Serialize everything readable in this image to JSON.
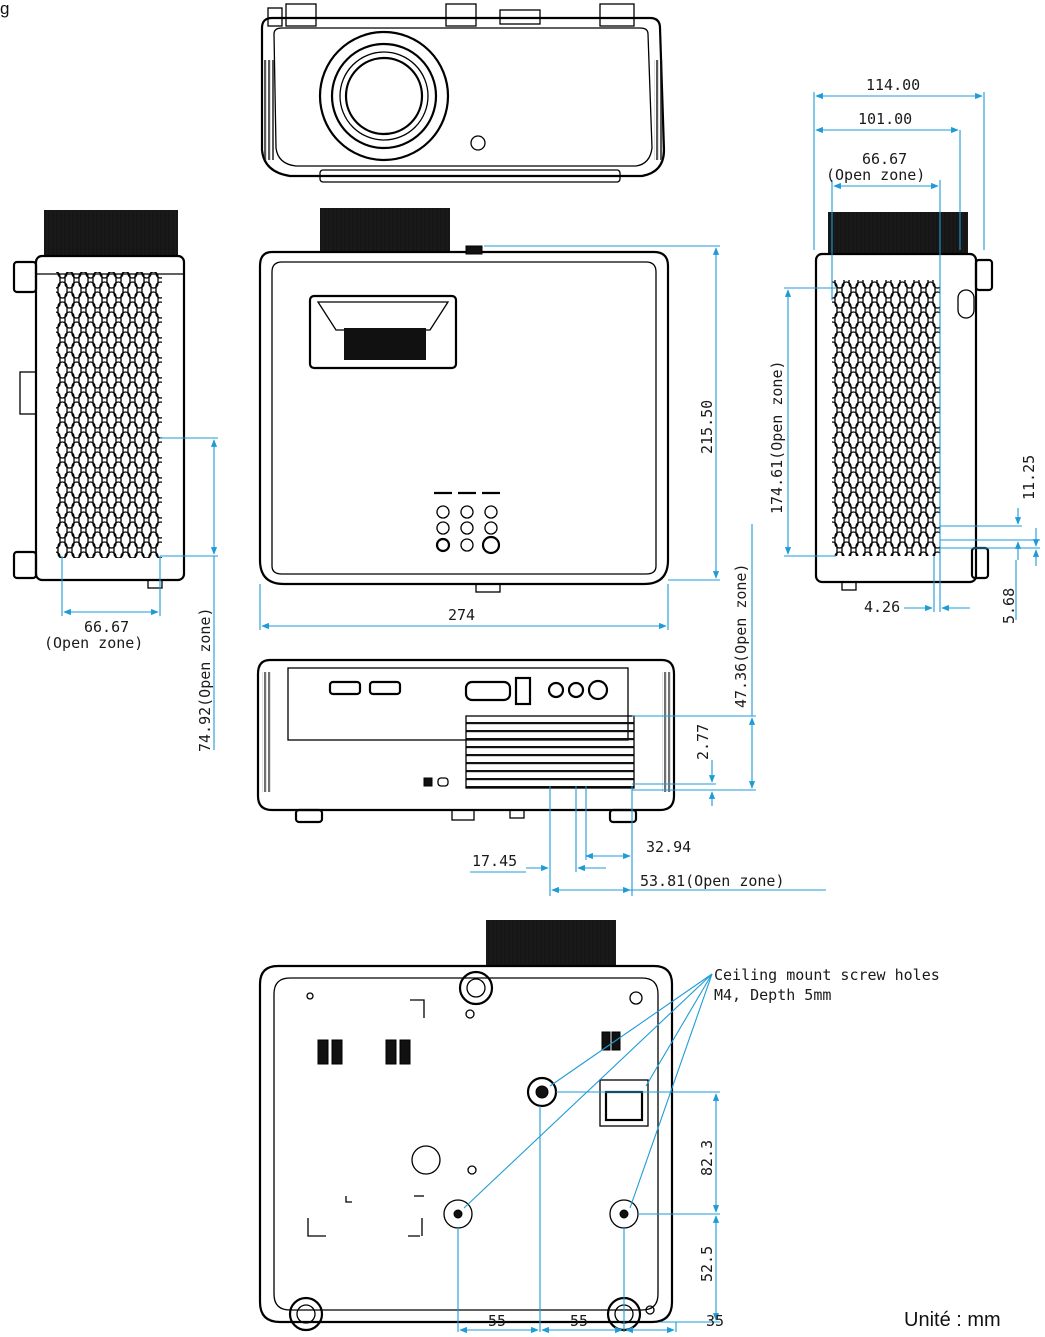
{
  "header": {
    "partial_label": "g"
  },
  "footer": {
    "unit_label": "Unité : mm"
  },
  "dimensions": {
    "top_width_total": "114.00",
    "top_width_inner": "101.00",
    "top_open_zone_value": "66.67",
    "top_open_zone_label": "(Open zone)",
    "front_height": "215.50",
    "front_width": "274",
    "left_open_zone_value": "66.67",
    "left_open_zone_label": "(Open zone)",
    "left_vertical_open_zone": "74.92(Open zone)",
    "rear_vertical_open_zone": "47.36(Open zone)",
    "right_vertical_open_zone": "174.61(Open zone)",
    "right_offset_upper": "11.25",
    "right_offset_horizontal": "4.26",
    "right_offset_lower": "5.68",
    "rear_vent_offset": "2.77",
    "rear_vent_width": "32.94",
    "rear_vent_left": "17.45",
    "rear_vent_open_zone": "53.81(Open zone)",
    "bottom_vertical_upper": "82.3",
    "bottom_vertical_lower": "52.5",
    "bottom_spacing_1": "55",
    "bottom_spacing_2": "55",
    "bottom_spacing_3": "35"
  },
  "callout": {
    "line1": "Ceiling mount screw holes",
    "line2": "M4, Depth 5mm"
  }
}
